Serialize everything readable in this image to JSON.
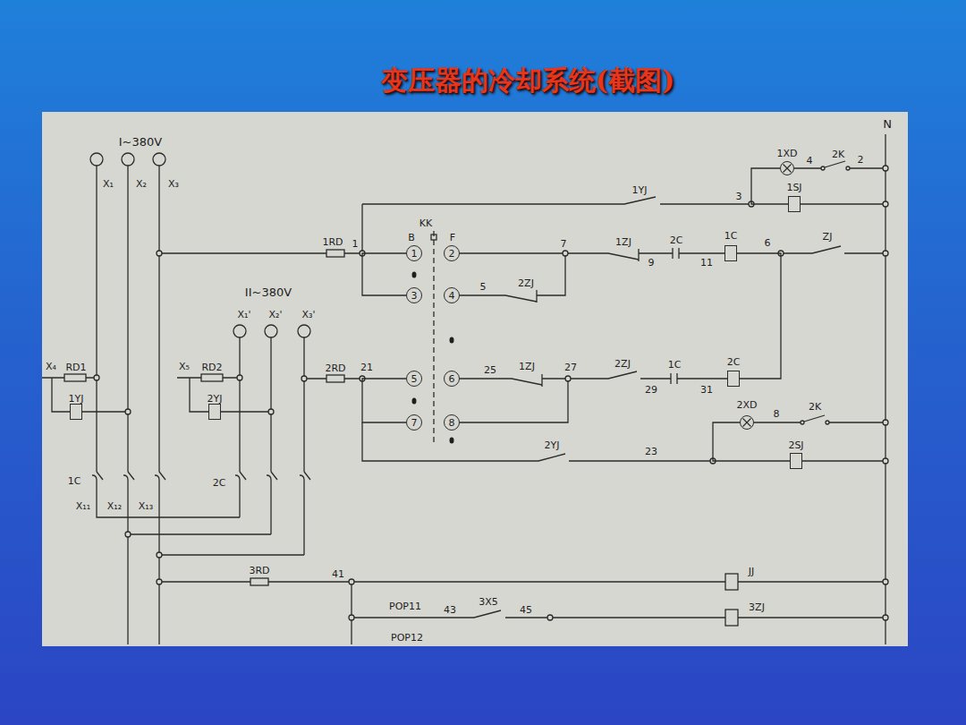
{
  "diagram": {
    "title": "变压器的冷却系统(截图)",
    "nodes": [
      {
        "text": [
          "1XD"
        ]
      },
      {
        "text": [
          "1SJ"
        ]
      },
      {
        "text": [
          "1"
        ]
      },
      {
        "text": [
          "2"
        ]
      },
      {
        "text": [
          "1C"
        ]
      },
      {
        "text": [
          "3"
        ]
      },
      {
        "text": [
          "4"
        ]
      },
      {
        "text": [
          "1YJ"
        ]
      },
      {
        "text": [
          "2YJ"
        ]
      },
      {
        "text": [
          "5"
        ]
      },
      {
        "text": [
          "6"
        ]
      },
      {
        "text": [
          "2C"
        ]
      },
      {
        "text": [
          "2XD"
        ]
      },
      {
        "text": [
          "7"
        ]
      },
      {
        "text": [
          "8"
        ]
      },
      {
        "text": [
          "2SJ"
        ]
      },
      {
        "text": [
          "JJ"
        ]
      },
      {
        "text": [
          "3ZJ"
        ]
      }
    ],
    "edges": [
      {
        "from": 2,
        "to": 5,
        "arrow": "none"
      },
      {
        "from": 9,
        "to": 13,
        "arrow": "none"
      },
      {
        "from": 0,
        "to": 1,
        "arrow": "none"
      },
      {
        "from": 12,
        "to": 15,
        "arrow": "none"
      },
      {
        "from": 4,
        "to": 11,
        "arrow": "none"
      }
    ],
    "labels": [
      "N",
      "I~380V",
      "X₁",
      "X₂",
      "X₃",
      "4",
      "2K",
      "2",
      "1YJ",
      "3",
      "KK",
      "B",
      "F",
      "1RD",
      "1",
      "7",
      "1ZJ",
      "2C",
      "9",
      "11",
      "6",
      "ZJ",
      "5",
      "2ZJ",
      "II~380V",
      "X₁'",
      "X₂'",
      "X₃'",
      "X₄",
      "RD1",
      "X₅",
      "RD2",
      "2RD",
      "21",
      "25",
      "1ZJ",
      "27",
      "2ZJ",
      "1C",
      "29",
      "31",
      "8",
      "2K",
      "2YJ",
      "23",
      "1C",
      "2C",
      "X₁₁",
      "X₁₂",
      "X₁₃",
      "3RD",
      "41",
      "POP11",
      "43",
      "3X5",
      "45",
      "POP12"
    ]
  }
}
